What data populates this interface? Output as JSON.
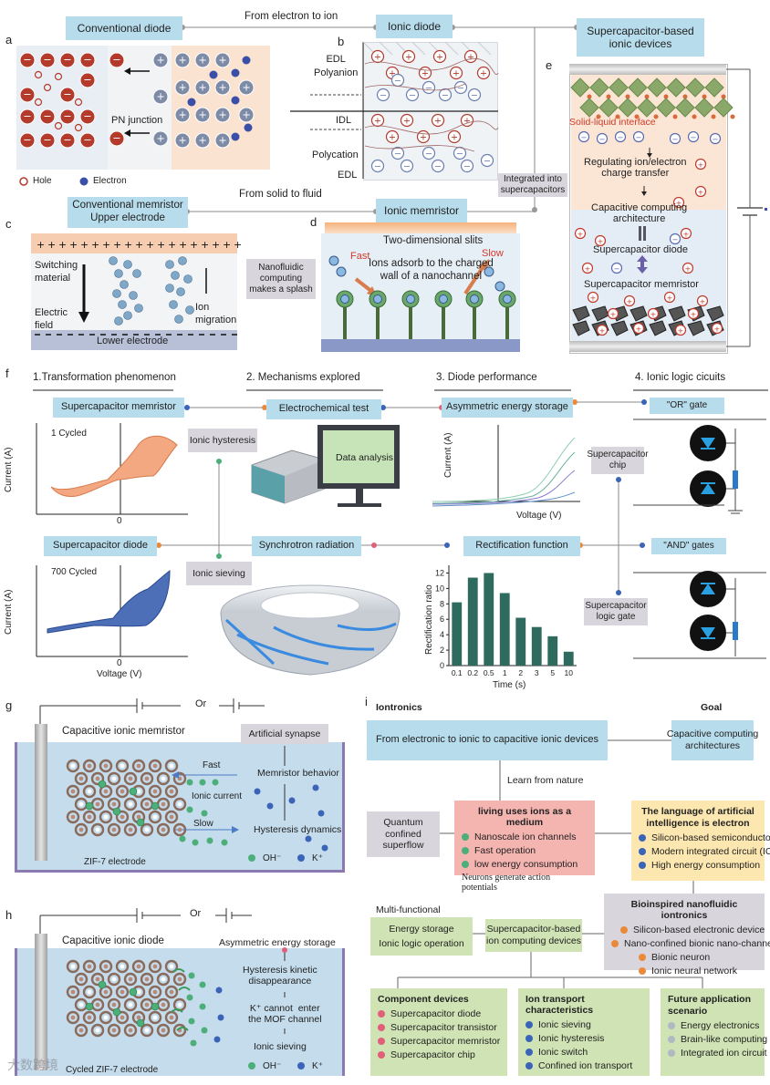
{
  "panel_letters": {
    "a": "a",
    "b": "b",
    "c": "c",
    "d": "d",
    "e": "e",
    "f": "f",
    "g": "g",
    "h": "h",
    "i": "i"
  },
  "top": {
    "conventional_diode": "Conventional diode",
    "from_electron_to_ion": "From electron to ion",
    "ionic_diode": "Ionic diode",
    "supercap_devices": "Supercapacitor-based ionic devices",
    "pn_junction": "PN junction",
    "hole": "Hole",
    "electron": "Electron",
    "edl_polyanion": "EDL\nPolyanion",
    "idl": "IDL",
    "polycation": "Polycation",
    "edl": "EDL",
    "integrated": "Integrated into supercapacitors",
    "conventional_memristor": "Conventional memristor\nUpper electrode",
    "from_solid_to_fluid": "From solid to fluid",
    "ionic_memristor": "Ionic memristor",
    "switching_material": "Switching\nmaterial",
    "electric_field": "Electric\nfield",
    "ion_migration": "Ion\nmigration",
    "lower_electrode": "Lower electrode",
    "nanofluidic": "Nanofluidic computing makes a splash",
    "two_d_slits": "Two-dimensional slits",
    "ions_adsorb": "Ions adsorb to the charged\nwall of a nanochannel",
    "fast": "Fast",
    "slow": "Slow",
    "solid_liquid": "Solid-liquid interface",
    "regulating": "Regulating ion/electron\ncharge transfer",
    "capacitive_computing": "Capacitive computing\narchitecture",
    "supercap_diode": "Supercapacitor diode",
    "supercap_memristor": "Supercapacitor memristor"
  },
  "panel_f": {
    "h1": "1.Transformation phenomenon",
    "h2": "2. Mechanisms explored",
    "h3": "3. Diode performance",
    "h4": "4. Ionic logic cicuits",
    "supercap_memristor": "Supercapacitor memristor",
    "electrochemical_test": "Electrochemical test",
    "asymmetric": "Asymmetric energy storage",
    "or_gate": "\"OR\" gate",
    "ionic_hysteresis": "Ionic hysteresis",
    "data_analysis": "Data analysis",
    "supercap_chip": "Supercapacitor chip",
    "cycled1": "1 Cycled",
    "current_a": "Current  (A)",
    "zero": "0",
    "voltage_v": "Voltage (V)",
    "supercap_diode": "Supercapacitor diode",
    "synchrotron": "Synchrotron radiation",
    "rectification_function": "Rectification function",
    "and_gates": "\"AND\" gates",
    "ionic_sieving": "Ionic sieving",
    "cycled700": "700 Cycled",
    "supercap_logic": "Supercapacitor logic gate",
    "rect_ratio": "Rectification ratio",
    "time_s": "Time (s)"
  },
  "chart_data": {
    "type": "bar",
    "categories": [
      "0.1",
      "0.2",
      "0.5",
      "1",
      "2",
      "3",
      "5",
      "10"
    ],
    "values": [
      8.2,
      11.4,
      12.0,
      9.4,
      6.2,
      5.0,
      3.8,
      1.8
    ],
    "title": "",
    "xlabel": "Time (s)",
    "ylabel": "Rectification ratio",
    "ylim": [
      0,
      13
    ],
    "yticks": [
      "0",
      "2",
      "4",
      "6",
      "8",
      "10",
      "12"
    ],
    "bar_color": "#2e6b5e"
  },
  "panel_g": {
    "or": "Or",
    "cap_memristor": "Capacitive ionic memristor",
    "artificial_synapse": "Artificial synapse",
    "memristor_behavior": "Memristor behavior",
    "fast": "Fast",
    "ionic_current": "Ionic current",
    "slow": "Slow",
    "hysteresis_dynamics": "Hysteresis dynamics",
    "zif7": "ZIF-7 electrode",
    "oh": "OH⁻",
    "k": "K⁺"
  },
  "panel_h": {
    "or": "Or",
    "cap_diode": "Capacitive ionic diode",
    "asym": "Asymmetric energy storage",
    "hyst_kinetic": "Hysteresis kinetic\ndisappearance",
    "k_cannot": "K⁺ cannot  enter\nthe MOF channel",
    "ionic_sieving": "Ionic sieving",
    "cycled_zif": "Cycled ZIF-7 electrode",
    "oh": "OH⁻",
    "k": "K⁺",
    "watermark": "大数跨境"
  },
  "panel_i": {
    "iontronics": "Iontronics",
    "goal": "Goal",
    "electronic_to_ionic": "From electronic to ionic to capacitive ionic devices",
    "cap_arch": "Capacitive computing\narchitectures",
    "learn": "Learn from nature",
    "quantum": "Quantum\nconfined\nsuperflow",
    "living_title": "living uses ions as a medium",
    "living_items": [
      "Nanoscale ion channels",
      "Fast operation",
      "low energy consumption"
    ],
    "neurons": "Neurons generate action potentials",
    "ai_title": "The language of artificial intelligence is electron",
    "ai_items": [
      "Silicon-based semiconductor",
      "Modern integrated circuit (IC)",
      "High energy consumption"
    ],
    "bio_title": "Bioinspired nanofluidic iontronics",
    "bio_items": [
      "Silicon-based electronic device",
      "Nano-confined bionic nano-channels",
      "Bionic neuron",
      "Ionic neural network"
    ],
    "multi": "Multi-functional",
    "energy_storage": "Energy storage",
    "ionic_logic": "Ionic logic operation",
    "supercap_ion_comp": "Supercapacitor-based\nion computing devices",
    "comp_title": "Component devices",
    "comp_items": [
      "Supercapacitor diode",
      "Supercapacitor transistor",
      "Supercapacitor memristor",
      "Supercapacitor chip"
    ],
    "ion_title": "Ion transport characteristics",
    "ion_items": [
      "Ionic sieving",
      "Ionic hysteresis",
      "Ionic switch",
      "Confined ion transport"
    ],
    "future_title": "Future application scenario",
    "future_items": [
      "Energy electronics",
      "Brain-like computing",
      "Integrated ion circuit"
    ]
  },
  "colors": {
    "cation": "#b43a2c",
    "anion": "#7a8fb0",
    "green_dot": "#4caf7a",
    "blue_dot": "#3a64b8",
    "pink_dot": "#e0607a",
    "orange_dot": "#e98a3b",
    "teal": "#2e6b5e"
  }
}
